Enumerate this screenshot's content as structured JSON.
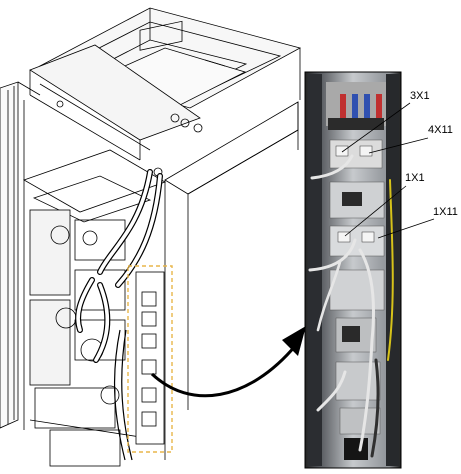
{
  "figure": {
    "labels": [
      "3X1",
      "4X11",
      "1X1",
      "1X11"
    ]
  },
  "colors": {
    "line": "#000000",
    "detail_highlight": "#e8b64a",
    "photo_dark": "#1c1c1c",
    "cabinet_panel": "#bfc3c6",
    "wire_grey": "#e6e6e6",
    "wire_yellow": "#d6c21a"
  },
  "icons": {
    "arrow": "curved-arrow-icon"
  }
}
